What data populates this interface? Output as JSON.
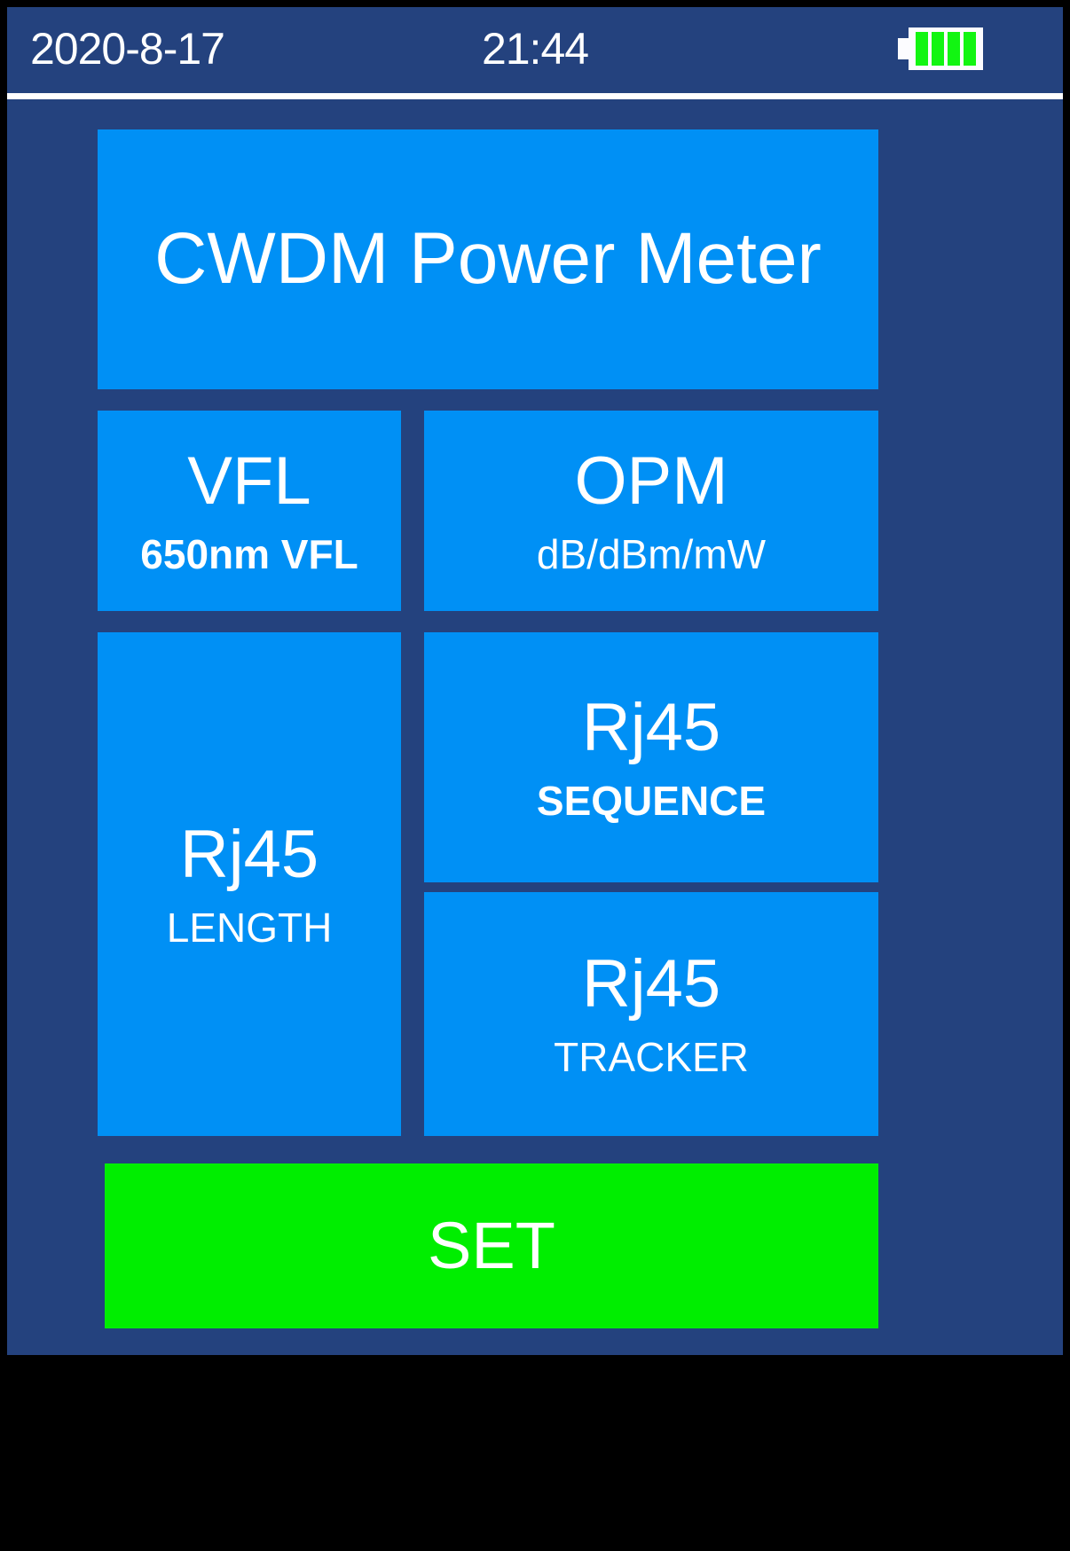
{
  "statusbar": {
    "date": "2020-8-17",
    "time": "21:44",
    "battery_icon": "battery-full-icon",
    "battery_bars": 4
  },
  "header": {
    "title": "CWDM Power Meter"
  },
  "tiles": [
    {
      "id": "vfl",
      "title": "VFL",
      "subtitle": "650nm VFL",
      "subtitle_bold": true
    },
    {
      "id": "opm",
      "title": "OPM",
      "subtitle": "dB/dBm/mW",
      "subtitle_bold": false
    },
    {
      "id": "length",
      "title": "Rj45",
      "subtitle": "LENGTH",
      "subtitle_bold": false
    },
    {
      "id": "sequence",
      "title": "Rj45",
      "subtitle": "SEQUENCE",
      "subtitle_bold": true
    },
    {
      "id": "tracker",
      "title": "Rj45",
      "subtitle": "TRACKER",
      "subtitle_bold": false
    }
  ],
  "set_button": {
    "label": "SET"
  },
  "colors": {
    "screen_background": "#24427E",
    "tile_blue": "#0090F5",
    "set_green": "#00EE00",
    "text_white": "#FFFFFF",
    "battery_green": "#12F512",
    "bezel_black": "#000000"
  }
}
